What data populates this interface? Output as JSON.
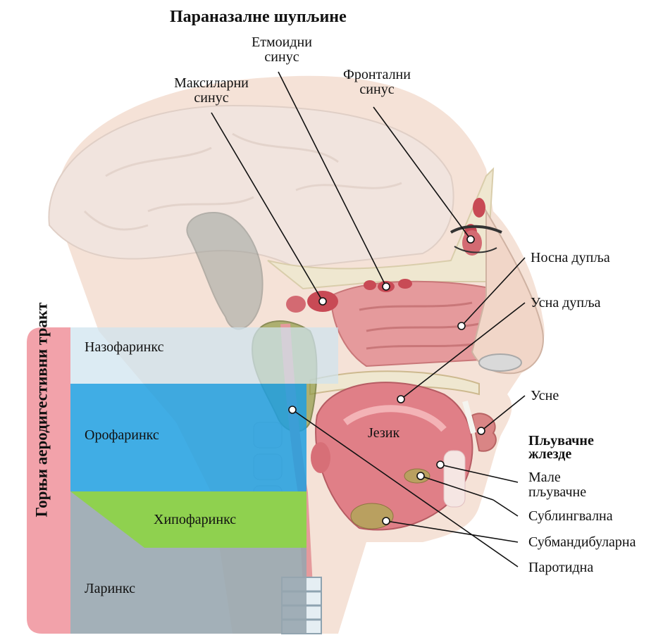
{
  "title": "Параназалне шупљине",
  "sinuses": {
    "maxillary": [
      "Максиларни",
      "синус"
    ],
    "ethmoid": [
      "Етмоидни",
      "синус"
    ],
    "frontal": [
      "Фронтални",
      "синус"
    ]
  },
  "cavities": {
    "nasal": "Носна дупља",
    "oral": "Усна дупља",
    "lips": "Усне",
    "tongue": "Језик"
  },
  "salivary": {
    "heading": [
      "Пљувачне",
      "жлезде"
    ],
    "minor": [
      "Мале",
      "пљувачне"
    ],
    "sublingual": "Сублингвална",
    "submandibular": "Субмандибуларна",
    "parotid": "Паротидна"
  },
  "tract": {
    "side_label": "Горњи аеродигестивни тракт",
    "zones": [
      "Назофаринкс",
      "Орофаринкс",
      "Хипофаринкс",
      "Ларинкс"
    ]
  },
  "colors": {
    "nasopharynx": "#cfe3ee",
    "oropharynx": "#1e9fe0",
    "hypopharynx": "#8fd14f",
    "larynx": "#96a5ae",
    "side_band": "#f2a2aa",
    "mucosa": "#e59a9c",
    "bone": "#efe7d0"
  }
}
